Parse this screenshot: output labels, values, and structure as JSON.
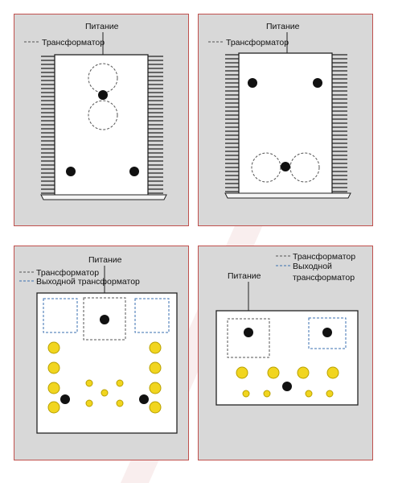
{
  "colors": {
    "panel_background": "#d8d8d8",
    "panel_border": "#c0504d",
    "chassis_fill": "#ffffff",
    "stroke": "#222222",
    "transformer_outline": "#555555",
    "output_transformer_outline": "#3a6fb0",
    "tube_fill": "#f1d51f",
    "tube_rim": "#b8a000",
    "watermark": "#f4dede"
  },
  "icons": [
    "heatsink-fins",
    "transistor-dot",
    "vacuum-tube"
  ],
  "panels": [
    {
      "id": "top-left",
      "power_label": "Питание",
      "transformer_legend": "Трансформатор"
    },
    {
      "id": "top-right",
      "power_label": "Питание",
      "transformer_legend": "Трансформатор"
    },
    {
      "id": "bottom-left",
      "power_label": "Питание",
      "transformer_legend": "Трансформатор",
      "output_transformer_legend": "Выходной трансформатор"
    },
    {
      "id": "bottom-right",
      "power_label": "Питание",
      "transformer_legend": "Трансформатор",
      "output_transformer_legend_line1": "Выходной",
      "output_transformer_legend_line2": "трансформатор"
    }
  ]
}
